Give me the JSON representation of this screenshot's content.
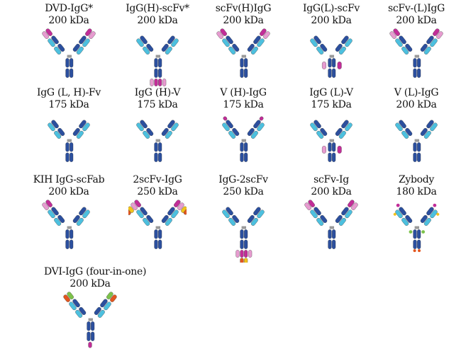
{
  "colors": {
    "heavy": "#2b4f9e",
    "light": "#4cc0df",
    "pink": "#e79bd0",
    "magenta": "#c22d98",
    "yellow": "#f2c21b",
    "orange": "#e2561f",
    "green": "#7cc24a"
  },
  "formats": [
    {
      "name": "DVD-IgG*",
      "mass": "200 kDa",
      "extra": "tip"
    },
    {
      "name": "IgG(H)-scFv*",
      "mass": "200 kDa",
      "extra": "bottom"
    },
    {
      "name": "scFv(H)IgG",
      "mass": "200 kDa",
      "extra": "tip"
    },
    {
      "name": "IgG(L)-scFv",
      "mass": "200 kDa",
      "extra": "side"
    },
    {
      "name": "scFv-(L)IgG",
      "mass": "200 kDa",
      "extra": "tip"
    },
    {
      "name": "IgG (L, H)-Fv",
      "mass": "175 kDa",
      "extra": "none"
    },
    {
      "name": "IgG (H)-V",
      "mass": "175 kDa",
      "extra": "none"
    },
    {
      "name": "V (H)-IgG",
      "mass": "175 kDa",
      "extra": "tipsmall"
    },
    {
      "name": "IgG (L)-V",
      "mass": "175 kDa",
      "extra": "side"
    },
    {
      "name": "V (L)-IgG",
      "mass": "200 kDa",
      "extra": "none"
    },
    {
      "name": "KIH IgG-scFab",
      "mass": "200 kDa",
      "extra": "tipleft"
    },
    {
      "name": "2scFv-IgG",
      "mass": "250 kDa",
      "extra": "tipcolor"
    },
    {
      "name": "IgG-2scFv",
      "mass": "250 kDa",
      "extra": "bottomcolor"
    },
    {
      "name": "scFv-Ig",
      "mass": "200 kDa",
      "extra": "wide"
    },
    {
      "name": "Zybody",
      "mass": "180 kDa",
      "extra": "zybody"
    },
    {
      "name": "DVI-IgG (four-in-one)",
      "mass": "200 kDa",
      "extra": "four"
    }
  ]
}
